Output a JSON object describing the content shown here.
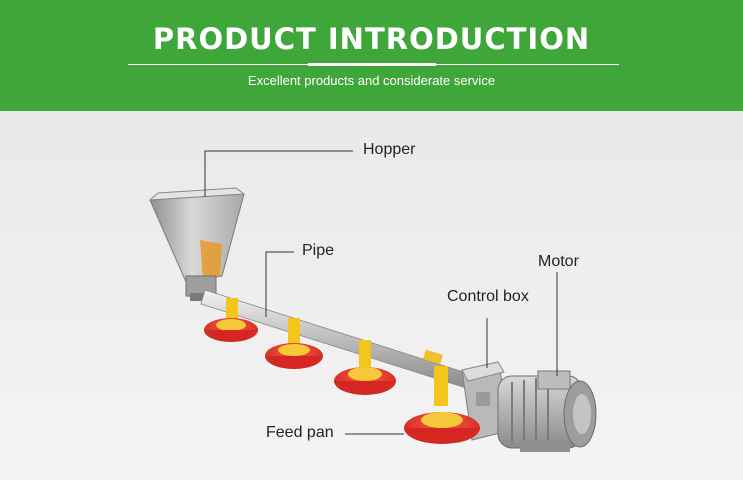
{
  "header": {
    "title": "PRODUCT INTRODUCTION",
    "subtitle": "Excellent products and considerate service"
  },
  "labels": {
    "hopper": "Hopper",
    "pipe": "Pipe",
    "motor": "Motor",
    "control_box": "Control box",
    "feed_pan": "Feed pan"
  },
  "colors": {
    "banner": "#3fa63a",
    "pan_red": "#e8302c",
    "pan_yellow": "#f4c51a",
    "metal": "#c9c9c9"
  }
}
